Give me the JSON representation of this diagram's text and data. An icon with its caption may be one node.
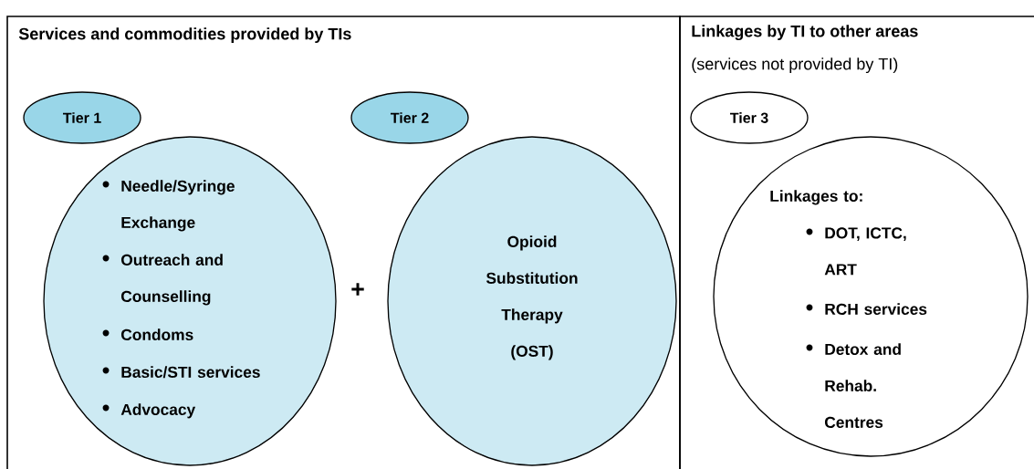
{
  "diagram": {
    "nodes": [
      {
        "text": [
          "Services and commodities provided by TIs"
        ]
      },
      {
        "text": [
          "Tier 1"
        ],
        "in": 0
      },
      {
        "text": [
          "Needle/Syringe Exchange",
          "Outreach and Counselling",
          "Condoms",
          "Basic/STI services",
          "Advocacy"
        ],
        "in": 0
      },
      {
        "text": [
          "Tier 2"
        ],
        "in": 0
      },
      {
        "text": [
          "Opioid Substitution Therapy (OST)"
        ],
        "in": 0
      },
      {
        "text": [
          "Linkages by TI to other areas",
          "(services not provided by TI)"
        ]
      },
      {
        "text": [
          "Tier 3"
        ],
        "in": 5
      },
      {
        "text": [
          "Linkages to:",
          "DOT, ICTC, ART",
          "RCH services",
          "Detox and Rehab. Centres"
        ],
        "in": 5
      }
    ],
    "labels": [
      "+"
    ]
  }
}
